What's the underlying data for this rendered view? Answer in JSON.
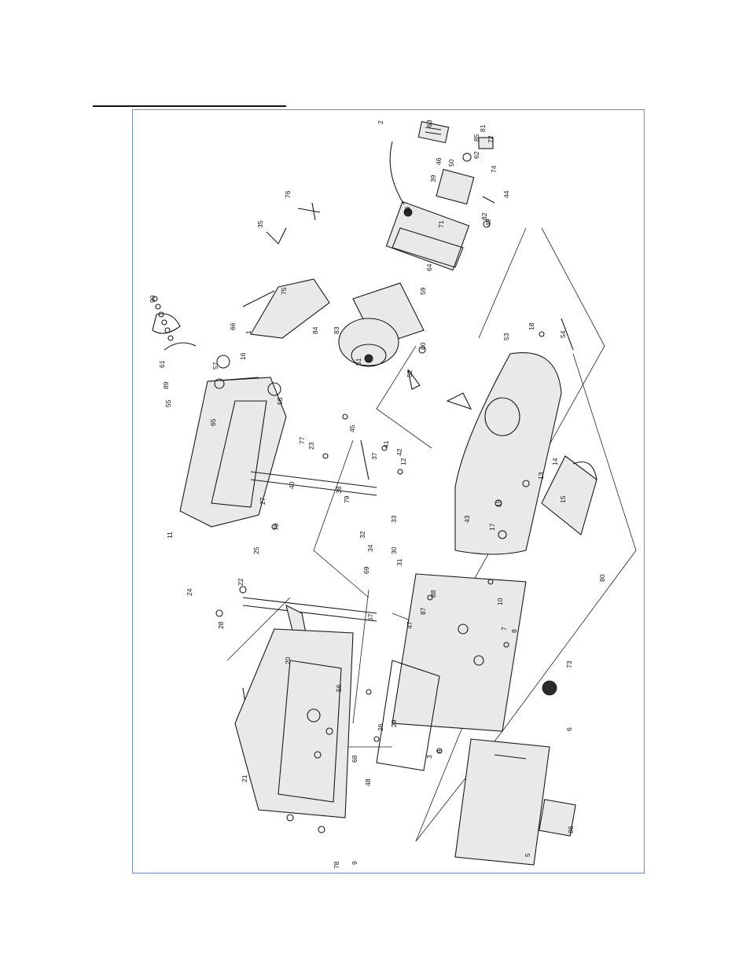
{
  "document": {
    "header_rule": true,
    "frame_color": "#6f8fc7"
  },
  "diagram": {
    "type": "exploded-parts-view",
    "orientation": "rotated-90-ccw",
    "callouts": [
      "2",
      "63",
      "81",
      "85",
      "72",
      "62",
      "50",
      "46",
      "39",
      "74",
      "44",
      "36",
      "71",
      "82",
      "49",
      "64",
      "59",
      "60",
      "51",
      "52",
      "76",
      "35",
      "75",
      "1",
      "84",
      "83",
      "90",
      "61",
      "89",
      "55",
      "66",
      "57",
      "16",
      "58",
      "65",
      "11",
      "77",
      "23",
      "40",
      "42",
      "12",
      "41",
      "37",
      "45",
      "27",
      "70",
      "79",
      "38",
      "25",
      "22",
      "32",
      "33",
      "34",
      "69",
      "30",
      "31",
      "24",
      "28",
      "20",
      "21",
      "67",
      "47",
      "88",
      "87",
      "56",
      "26",
      "29",
      "68",
      "48",
      "3",
      "4",
      "10",
      "7",
      "8",
      "73",
      "9",
      "78",
      "5",
      "6",
      "86",
      "43",
      "53",
      "18",
      "54",
      "14",
      "13",
      "15",
      "19",
      "17",
      "80"
    ]
  }
}
